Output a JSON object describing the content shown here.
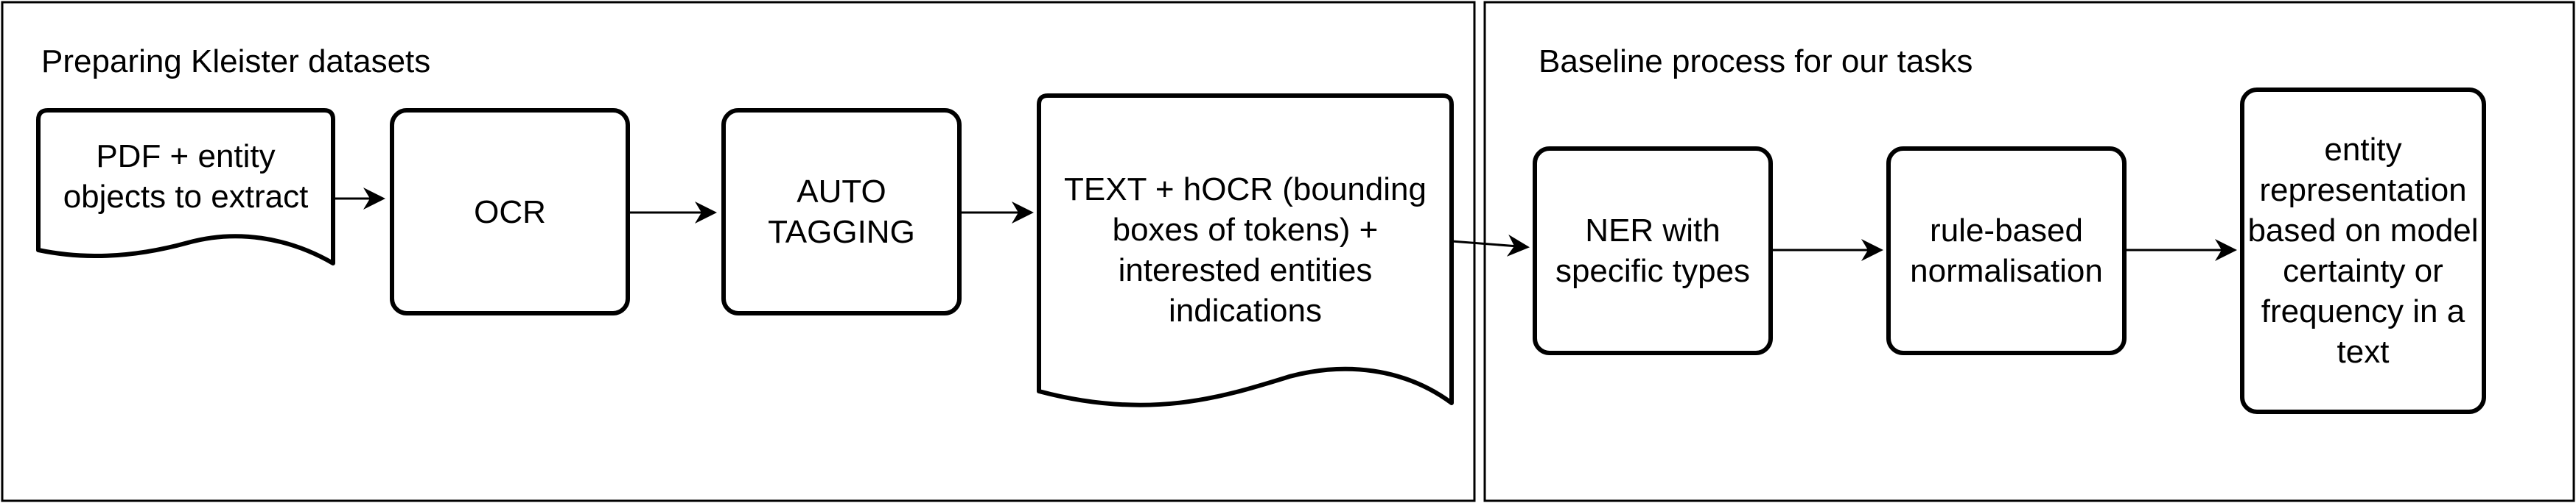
{
  "panels": {
    "left_title": "Preparing Kleister datasets",
    "right_title": "Baseline process for our tasks"
  },
  "nodes": {
    "pdf": [
      "PDF +   entity",
      "objects to extract"
    ],
    "ocr": [
      "OCR"
    ],
    "auto_tagging": [
      "AUTO",
      "TAGGING"
    ],
    "text_hocr": [
      "TEXT + hOCR (bounding",
      "boxes of tokens) +",
      "interested entities",
      "indications"
    ],
    "ner": [
      "NER with",
      "specific types"
    ],
    "normalisation": [
      "rule-based",
      "normalisation"
    ],
    "entity_repr": [
      "entity",
      "representation",
      "based on model",
      "certainty or",
      "frequency in a",
      "text"
    ]
  },
  "colors": {
    "stroke": "#000000",
    "fill": "#ffffff"
  }
}
